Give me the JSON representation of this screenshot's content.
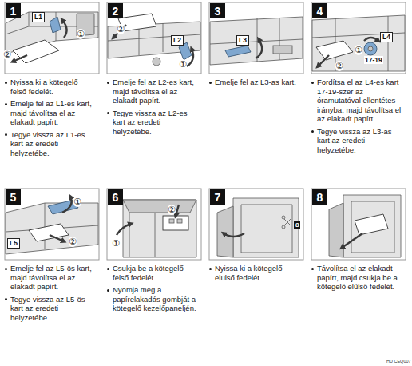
{
  "diagram": {
    "nodes": [
      {
        "text": [
          "1"
        ]
      },
      {
        "text": [
          "L1"
        ]
      },
      {
        "text": [
          "2"
        ]
      },
      {
        "text": [
          "L2"
        ]
      },
      {
        "text": [
          "3"
        ]
      },
      {
        "text": [
          "L3"
        ]
      },
      {
        "text": [
          "4"
        ]
      },
      {
        "text": [
          "L4"
        ]
      },
      {
        "text": [
          "5"
        ]
      },
      {
        "text": [
          "L5"
        ]
      },
      {
        "text": [
          "6"
        ]
      },
      {
        "text": [
          "7"
        ]
      },
      {
        "text": [
          "8"
        ]
      }
    ],
    "labels": [
      "①",
      "②",
      "Nyissa ki a kötegelő felső fedelét.",
      "Emelje fel az L1-es kart, majd távolítsa el az elakadt papírt.",
      "Tegye vissza az L1-es kart az eredeti helyzetébe.",
      "②",
      "①",
      "Emelje fel az L2-es kart, majd távolítsa el az elakadt papírt.",
      "Tegye vissza az L2-es kart az eredeti helyzetébe.",
      "Emelje fel az L3-as kart.",
      "①",
      "②",
      "17-19",
      "Fordítsa el az L4-es kart 17-19-szer az óramutatóval ellentétes irányba, majd távolítsa el az elakadt papírt.",
      "Tegye vissza az L3-as kart az eredeti helyzetébe.",
      "①",
      "②",
      "Emelje fel az L5-ös kart, majd távolítsa el az elakadt papírt.",
      "Tegye vissza az L5-ös kart az eredeti helyzetébe.",
      "②",
      "①",
      "Csukja be a kötegelő felső fedelét.",
      "Nyomja meg a papírelakadás gombját a kötegelő kezelőpaneljén.",
      "8",
      "Nyissa ki a kötegelő elülső fedelét.",
      "Távolítsa el az elakadt papírt, majd csukja be a kötegelő elülső fedelét.",
      "HU CEQ007"
    ]
  }
}
